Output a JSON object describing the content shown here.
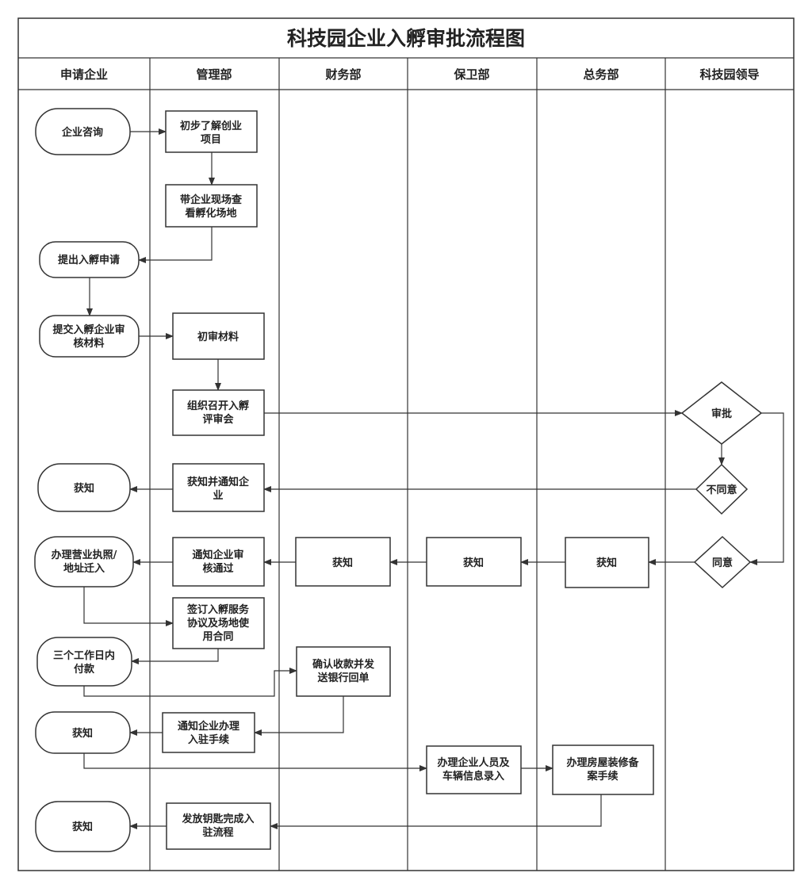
{
  "title": "科技园企业入孵审批流程图",
  "lanes": [
    "申请企业",
    "管理部",
    "财务部",
    "保卫部",
    "总务部",
    "科技园领导"
  ],
  "nodes": {
    "consult": [
      "企业咨询"
    ],
    "learn_project": [
      "初步了解创业",
      "项目"
    ],
    "site_visit": [
      "带企业现场查",
      "看孵化场地"
    ],
    "submit_application": [
      "提出入孵申请"
    ],
    "submit_materials": [
      "提交入孵企业审",
      "核材料"
    ],
    "preliminary_review": [
      "初审材料"
    ],
    "organize_review_meeting": [
      "组织召开入孵",
      "评审会"
    ],
    "approve": [
      "审批"
    ],
    "disagree": [
      "不同意"
    ],
    "agree": [
      "同意"
    ],
    "notified_reject": [
      "获知"
    ],
    "notify_reject": [
      "获知并通知企",
      "业"
    ],
    "business_license": [
      "办理营业执照/",
      "地址迁入"
    ],
    "notify_pass": [
      "通知企业审",
      "核通过"
    ],
    "finance_notified": [
      "获知"
    ],
    "security_notified": [
      "获知"
    ],
    "general_notified": [
      "获知"
    ],
    "sign_agreement": [
      "签订入孵服务",
      "协议及场地使",
      "用合同"
    ],
    "payment": [
      "三个工作日内",
      "付款"
    ],
    "confirm_payment": [
      "确认收款并发",
      "送银行回单"
    ],
    "notified_checkin": [
      "获知"
    ],
    "notify_checkin": [
      "通知企业办理",
      "入驻手续"
    ],
    "register_personnel": [
      "办理企业人员及",
      "车辆信息录入"
    ],
    "renovation_filing": [
      "办理房屋装修备",
      "案手续"
    ],
    "notified_keys": [
      "获知"
    ],
    "issue_keys": [
      "发放钥匙完成入",
      "驻流程"
    ]
  }
}
